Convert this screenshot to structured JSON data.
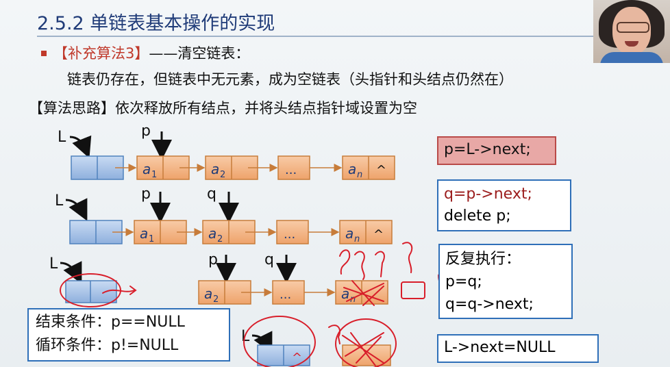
{
  "slide": {
    "title": "2.5.2 单链表基本操作的实现",
    "heading_label": "【补充算法3】",
    "heading_rest": "——清空链表：",
    "description": "链表仍存在，但链表中无元素，成为空链表（头指针和头结点仍然在）",
    "idea": "【算法思路】依次释放所有结点，并将头结点指针域设置为空"
  },
  "diagram": {
    "head_label": "L",
    "p_label": "p",
    "q_label": "q",
    "row1": {
      "nodes": [
        "a",
        "a",
        "...",
        "a"
      ],
      "subs": [
        "1",
        "2",
        "",
        "n"
      ]
    },
    "row2": {
      "nodes": [
        "a",
        "a",
        "...",
        "a"
      ],
      "subs": [
        "1",
        "2",
        "",
        "n"
      ]
    },
    "row3": {
      "nodes": [
        "a",
        "...",
        "a"
      ],
      "subs": [
        "2",
        "",
        "n"
      ]
    },
    "null_symbol": "^"
  },
  "code": {
    "step1": "p=L->next;",
    "step2_line1": "q=p->next;",
    "step2_line2": "delete p;",
    "loop_label": "反复执行：",
    "loop_line1": "p=q;",
    "loop_line2": "q=q->next;",
    "final": "L->next=NULL"
  },
  "conditions": {
    "end_label": "结束条件：p==NULL",
    "loop_label": "循环条件：p!=NULL"
  },
  "colors": {
    "title": "#1f3b78",
    "head_node": "#a9c4ea",
    "data_node": "#f4b183",
    "node_border_head": "#4f81bd",
    "node_border_data": "#c77c3a",
    "annotation_red": "#d81e2a"
  }
}
